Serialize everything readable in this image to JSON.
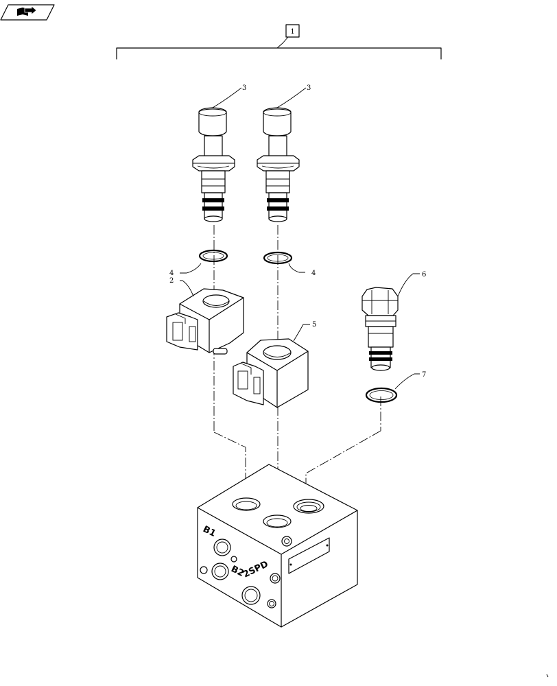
{
  "nav_icon": "book-arrow-icon",
  "callouts": {
    "c1": "1",
    "c2": "2",
    "c3a": "3",
    "c3b": "3",
    "c4a": "4",
    "c4b": "4",
    "c5": "5",
    "c6": "6",
    "c7": "7"
  },
  "block_labels": {
    "b1": "B1",
    "b2": "B2",
    "spd": "2SPD"
  }
}
